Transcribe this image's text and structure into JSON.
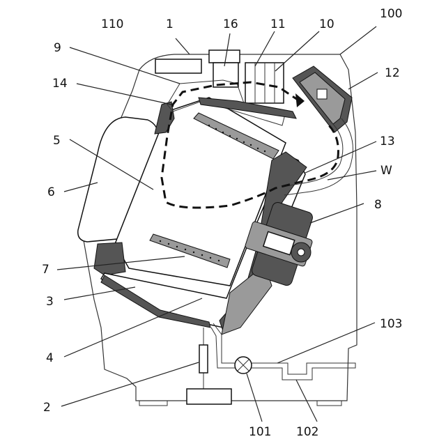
{
  "labels": {
    "l110": "110",
    "l1": "1",
    "l16": "16",
    "l11": "11",
    "l10": "10",
    "l100": "100",
    "l9": "9",
    "l12": "12",
    "l14": "14",
    "l5": "5",
    "l13": "13",
    "l6": "6",
    "lW": "W",
    "l8": "8",
    "l7": "7",
    "l3": "3",
    "l103": "103",
    "l4": "4",
    "l2": "2",
    "l101": "101",
    "l102": "102"
  }
}
